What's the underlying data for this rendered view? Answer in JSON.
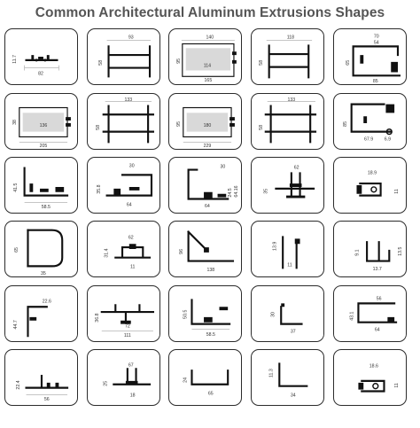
{
  "title": "Common Architectural Aluminum Extrusions Shapes",
  "cards": [
    {
      "id": "r1c1",
      "dims": [
        "11.7",
        "82"
      ]
    },
    {
      "id": "r1c2",
      "dims": [
        "93",
        "58"
      ]
    },
    {
      "id": "r1c3",
      "dims": [
        "140",
        "95",
        "114",
        "165"
      ]
    },
    {
      "id": "r1c4",
      "dims": [
        "118",
        "58"
      ]
    },
    {
      "id": "r1c5",
      "dims": [
        "70",
        "54",
        "65",
        "85"
      ]
    },
    {
      "id": "r2c1",
      "dims": [
        "38",
        "136",
        "205"
      ]
    },
    {
      "id": "r2c2",
      "dims": [
        "133",
        "58"
      ]
    },
    {
      "id": "r2c3",
      "dims": [
        "95",
        "180",
        "229"
      ]
    },
    {
      "id": "r2c4",
      "dims": [
        "133",
        "58"
      ]
    },
    {
      "id": "r2c5",
      "dims": [
        "85",
        "67.9",
        "6.9"
      ]
    },
    {
      "id": "r3c1",
      "dims": [
        "41.5",
        "58.5"
      ]
    },
    {
      "id": "r3c2",
      "dims": [
        "30",
        "35.8",
        "64"
      ]
    },
    {
      "id": "r3c3",
      "dims": [
        "30",
        "64.16",
        "24.5",
        "64"
      ]
    },
    {
      "id": "r3c4",
      "dims": [
        "62",
        "35"
      ]
    },
    {
      "id": "r3c5",
      "dims": [
        "18.9",
        "11"
      ]
    },
    {
      "id": "r4c1",
      "dims": [
        "65",
        "35"
      ]
    },
    {
      "id": "r4c2",
      "dims": [
        "62",
        "31.4",
        "11"
      ]
    },
    {
      "id": "r4c3",
      "dims": [
        "96",
        "138"
      ]
    },
    {
      "id": "r4c4",
      "dims": [
        "13.9",
        "11"
      ]
    },
    {
      "id": "r4c5",
      "dims": [
        "9.1",
        "13.5",
        "13.7"
      ]
    },
    {
      "id": "r5c1",
      "dims": [
        "22.6",
        "44.7"
      ]
    },
    {
      "id": "r5c2",
      "dims": [
        "36.8",
        "72",
        "111"
      ]
    },
    {
      "id": "r5c3",
      "dims": [
        "50.5",
        "58.5"
      ]
    },
    {
      "id": "r5c4",
      "dims": [
        "30",
        "37"
      ]
    },
    {
      "id": "r5c5",
      "dims": [
        "56",
        "43.1",
        "64"
      ]
    },
    {
      "id": "r6c1",
      "dims": [
        "22.4",
        "56"
      ]
    },
    {
      "id": "r6c2",
      "dims": [
        "67",
        "25",
        "18"
      ]
    },
    {
      "id": "r6c3",
      "dims": [
        "24",
        "65"
      ]
    },
    {
      "id": "r6c4",
      "dims": [
        "11.3",
        "34"
      ]
    },
    {
      "id": "r6c5",
      "dims": [
        "18.6",
        "11"
      ]
    }
  ]
}
